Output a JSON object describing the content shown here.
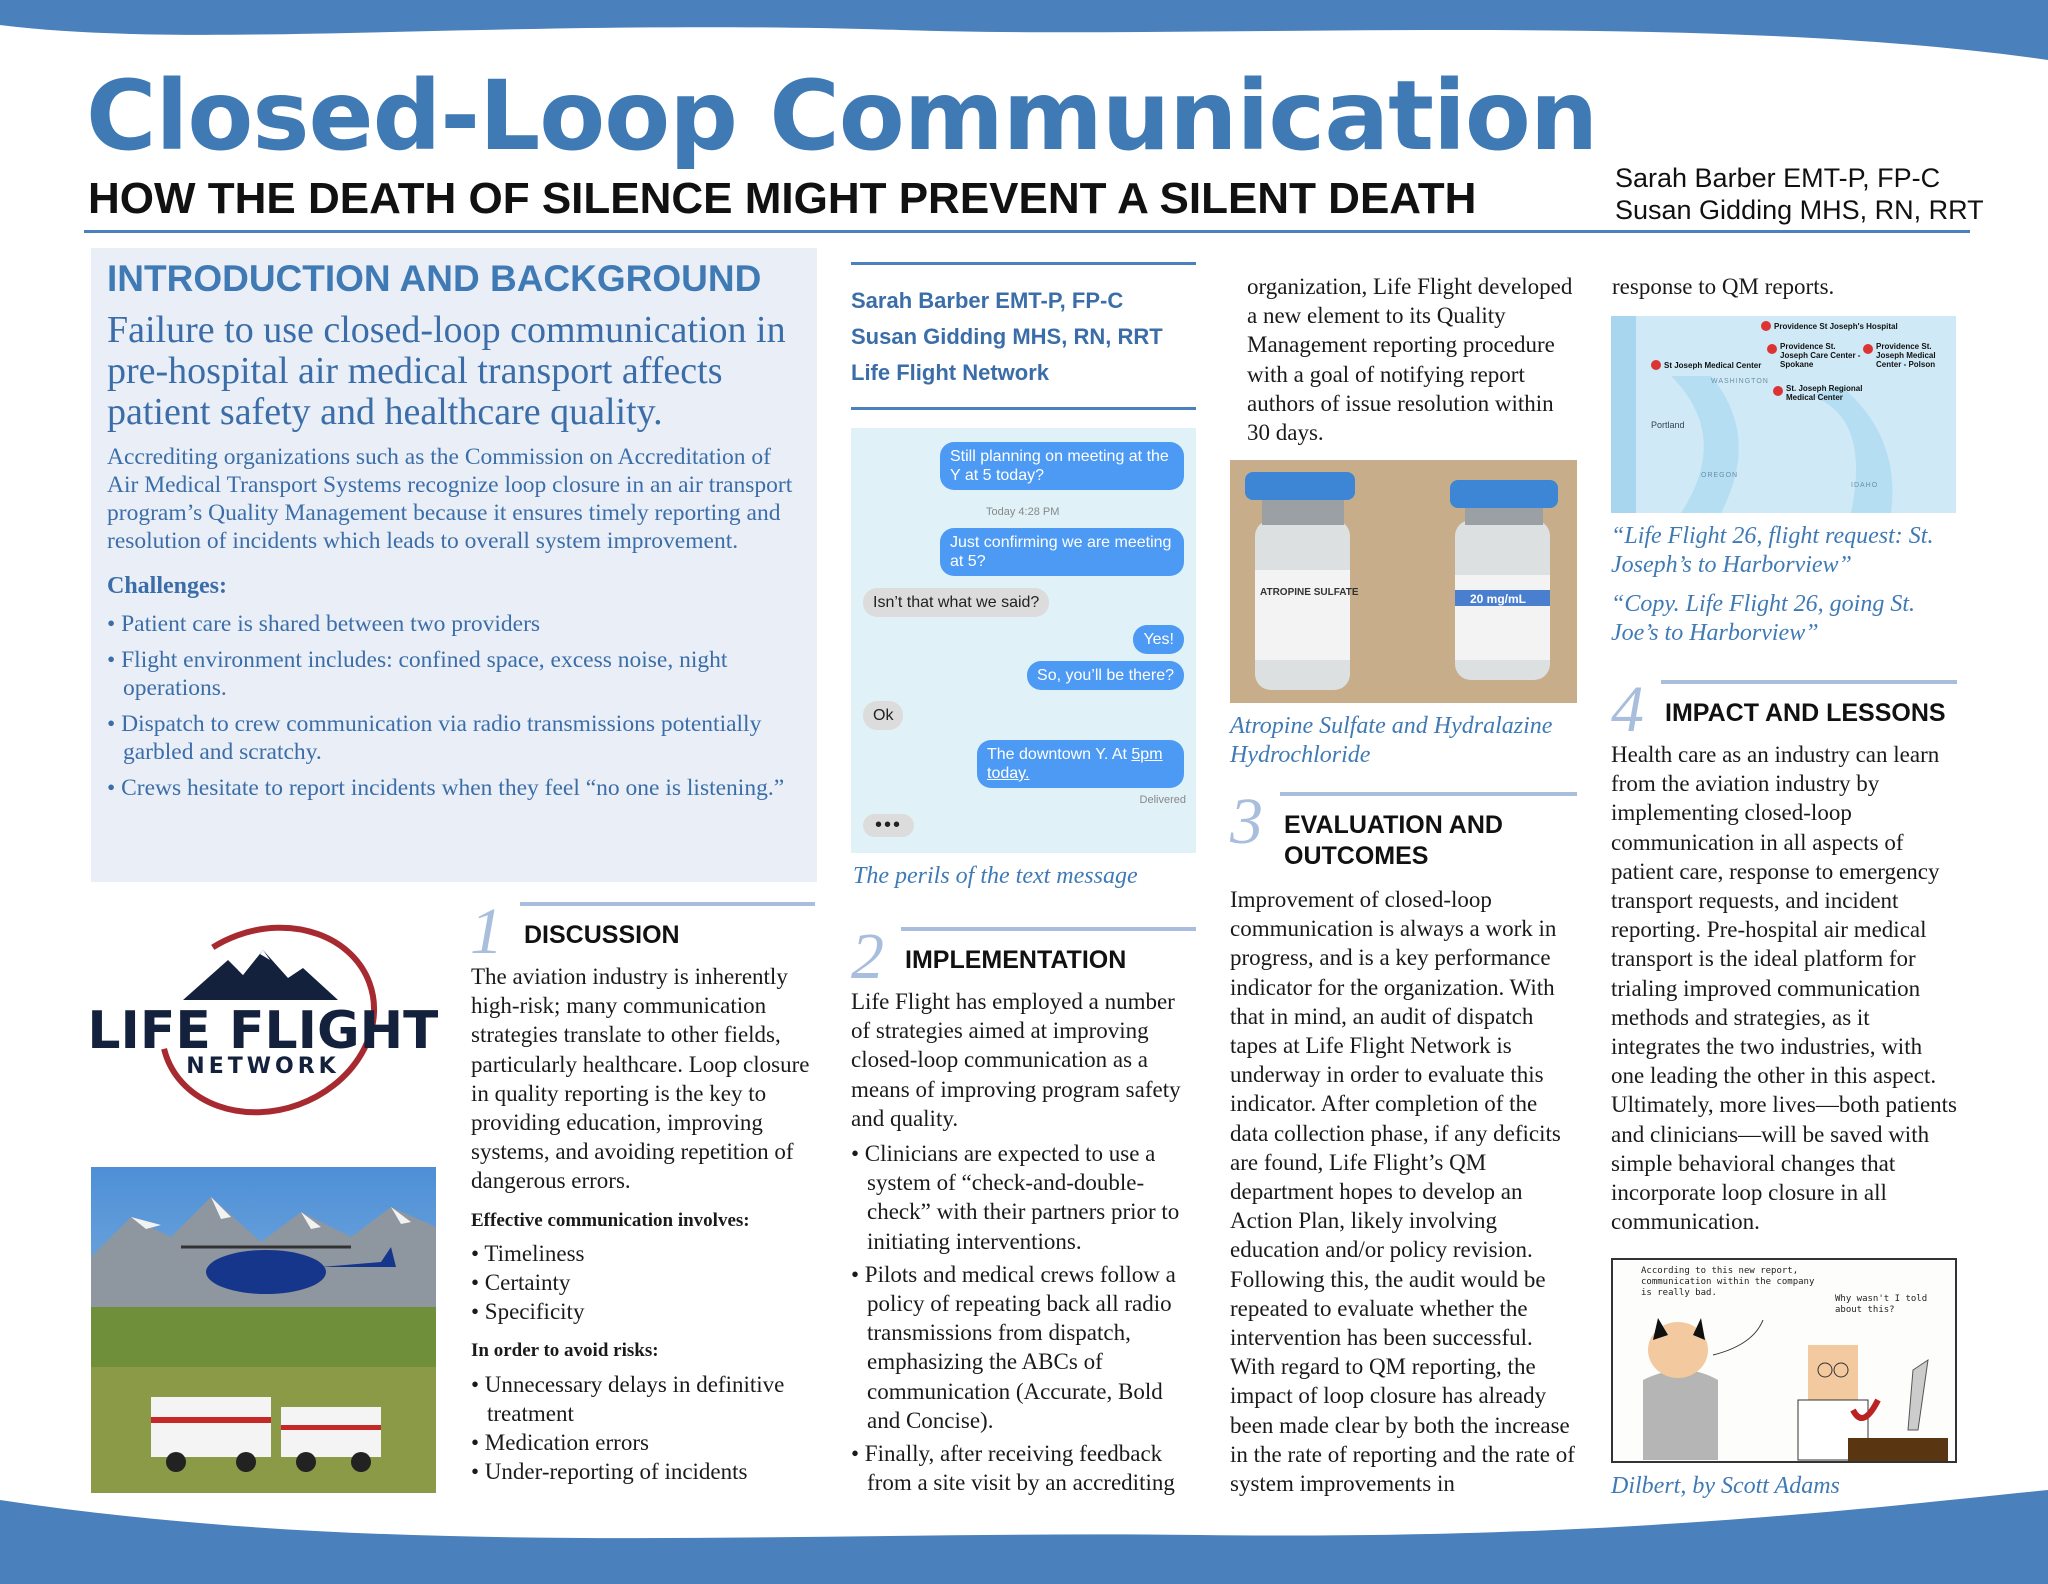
{
  "header": {
    "title": "Closed-Loop Communication",
    "subtitle": "HOW THE DEATH OF SILENCE MIGHT PREVENT A SILENT DEATH",
    "authors": [
      "Sarah Barber EMT-P, FP-C",
      "Susan Gidding MHS, RN, RRT"
    ]
  },
  "colors": {
    "accent": "#3f7ab5",
    "intro_bg": "#e9eef7",
    "section_rule": "#a8bedc"
  },
  "intro": {
    "heading": "INTRODUCTION AND BACKGROUND",
    "lead": "Failure to use closed-loop communication in pre-hospital air medical transport affects patient safety and healthcare quality.",
    "body": "Accrediting organizations such as the Commission on Accreditation of Air Medical Transport Systems recognize loop closure in an air transport program’s Quality Management because it ensures timely reporting and resolution of incidents which leads to overall system improvement.",
    "challenges_label": "Challenges:",
    "challenges": [
      "• Patient care is shared between two providers",
      "• Flight environment includes: confined space, excess noise, night operations.",
      "• Dispatch to crew communication via radio transmissions potentially garbled and scratchy.",
      "• Crews hesitate to report incidents when they feel “no one is listening.”"
    ]
  },
  "logo": {
    "line1": "LIFE FLIGHT",
    "line2": "NETWORK"
  },
  "discussion": {
    "num": "1",
    "heading": "DISCUSSION",
    "body": "The aviation industry is inherently high-risk; many communication strategies translate to other fields, particularly healthcare. Loop closure in quality reporting is the key to providing education, improving systems, and avoiding repetition of dangerous errors.",
    "list1_label": "Effective communication involves:",
    "list1": [
      "• Timeliness",
      "• Certainty",
      "• Specificity"
    ],
    "list2_label": "In order to avoid risks:",
    "list2": [
      "• Unnecessary delays in definitive treatment",
      "• Medication errors",
      "• Under-reporting of incidents"
    ]
  },
  "org": {
    "authors": [
      "Sarah Barber EMT-P, FP-C",
      "Susan Gidding MHS, RN, RRT",
      "Life Flight Network"
    ]
  },
  "sms": {
    "messages": [
      "Still planning on meeting at the Y at 5 today?",
      "Just confirming we are meeting at 5?",
      "Isn’t that what we said?",
      "Yes!",
      "So, you’ll be there?",
      "Ok",
      "The downtown Y. At "
    ],
    "link1": "5pm",
    "link2": "today.",
    "timestamp": "Today 4:28 PM",
    "delivered": "Delivered",
    "caption": "The perils of the text message"
  },
  "implementation": {
    "num": "2",
    "heading": "IMPLEMENTATION",
    "body": "Life Flight has employed a number of strategies aimed at improving closed-loop communication as a means of improving program safety and quality.",
    "items": [
      "• Clinicians are expected to use a system of “check-and-double-check” with their partners prior to initiating interventions.",
      "• Pilots and medical crews follow a policy of repeating back all radio transmissions from dispatch, emphasizing the ABCs of communication (Accurate, Bold and Concise).",
      "• Finally, after receiving feedback from a site visit by an accrediting"
    ]
  },
  "col4": {
    "cont": "organization, Life Flight developed a new element to its Quality Management reporting procedure with a goal of notifying report authors of issue resolution within 30 days.",
    "vials": {
      "left": "ATROPINE SULFATE",
      "right": "20 mg/mL"
    },
    "caption": "Atropine Sulfate and Hydralazine Hydrochloride"
  },
  "evaluation": {
    "num": "3",
    "heading": "EVALUATION AND OUTCOMES",
    "body": "Improvement of closed-loop communication is always a work in progress, and is a key performance indicator for the organization. With that in mind, an audit of dispatch tapes at Life Flight Network is underway in order to evaluate this indicator. After completion of the data collection phase, if any deficits are found, Life Flight’s QM department hopes to develop an Action Plan, likely involving education and/or policy revision. Following this, the audit would be repeated to evaluate whether the intervention has been successful. With regard to QM reporting, the impact of loop closure has already been made clear by both the increase in the rate of reporting and the rate of system improvements in"
  },
  "col5": {
    "cont": "response to QM reports.",
    "map_labels": [
      "Providence St Joseph's Hospital",
      "Providence St. Joseph Care Center - Spokane",
      "Providence St. Joseph Medical Center - Polson",
      "St Joseph Medical Center",
      "St. Joseph Regional Medical Center",
      "WASHINGTON",
      "OREGON",
      "IDAHO",
      "Portland"
    ],
    "quote1": "“Life Flight 26, flight request: St. Joseph’s to Harborview”",
    "quote2": "“Copy. Life Flight 26, going St. Joe’s to Harborview”"
  },
  "impact": {
    "num": "4",
    "heading": "IMPACT AND LESSONS",
    "body": "Health care as an industry can learn from the aviation industry by implementing closed-loop communication in all aspects of patient care, response to emergency transport requests, and incident reporting. Pre-hospital air medical transport is the ideal platform for trialing improved communication methods and strategies, as it integrates the two industries, with one leading the other in this aspect. Ultimately, more lives—both patients and clinicians—will be saved with simple behavioral changes that incorporate loop closure in all communication."
  },
  "comic": {
    "boss": "According to this new report, communication within the company is really bad.",
    "dilbert": "Why wasn't I told about this?",
    "caption": "Dilbert, by Scott Adams"
  }
}
